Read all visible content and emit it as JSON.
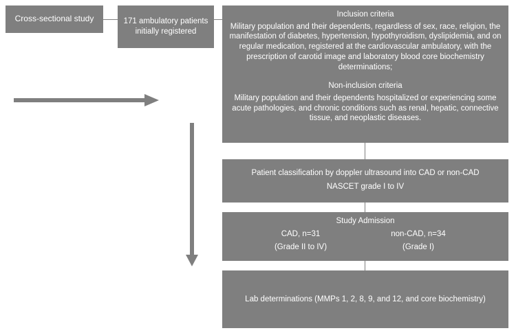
{
  "boxes": {
    "study": "Cross-sectional study",
    "patients": {
      "line1": "171 ambulatory patients",
      "line2": "initially registered"
    },
    "inclusion": {
      "title": "Inclusion criteria",
      "text": "Military population and their dependents, regardless of sex, race, religion, the manifestation of diabetes, hypertension, hypothyroidism, dyslipidemia, and on regular medication, registered at the cardiovascular ambulatory, with the prescription of carotid image and laboratory blood core biochemistry determinations;"
    },
    "non_inclusion": {
      "title": "Non-inclusion criteria",
      "text": "Military population and their dependents hospitalized or experiencing some acute pathologies, and chronic conditions such as renal, hepatic, connective tissue, and neoplastic diseases."
    },
    "classification": {
      "line1": "Patient classification by doppler ultrasound into CAD or non-CAD",
      "line2": "NASCET grade I to IV"
    },
    "admission": {
      "title": "Study Admission",
      "cad": {
        "label": "CAD, n=31",
        "grade": "(Grade II to IV)"
      },
      "non_cad": {
        "label": "non-CAD, n=34",
        "grade": "(Grade I)"
      }
    },
    "lab": "Lab determinations (MMPs 1, 2, 8, 9, and 12, and core biochemistry)"
  },
  "colors": {
    "box_fill": "#7f7f7f",
    "box_text": "#ffffff",
    "connector": "#7f7f7f"
  }
}
